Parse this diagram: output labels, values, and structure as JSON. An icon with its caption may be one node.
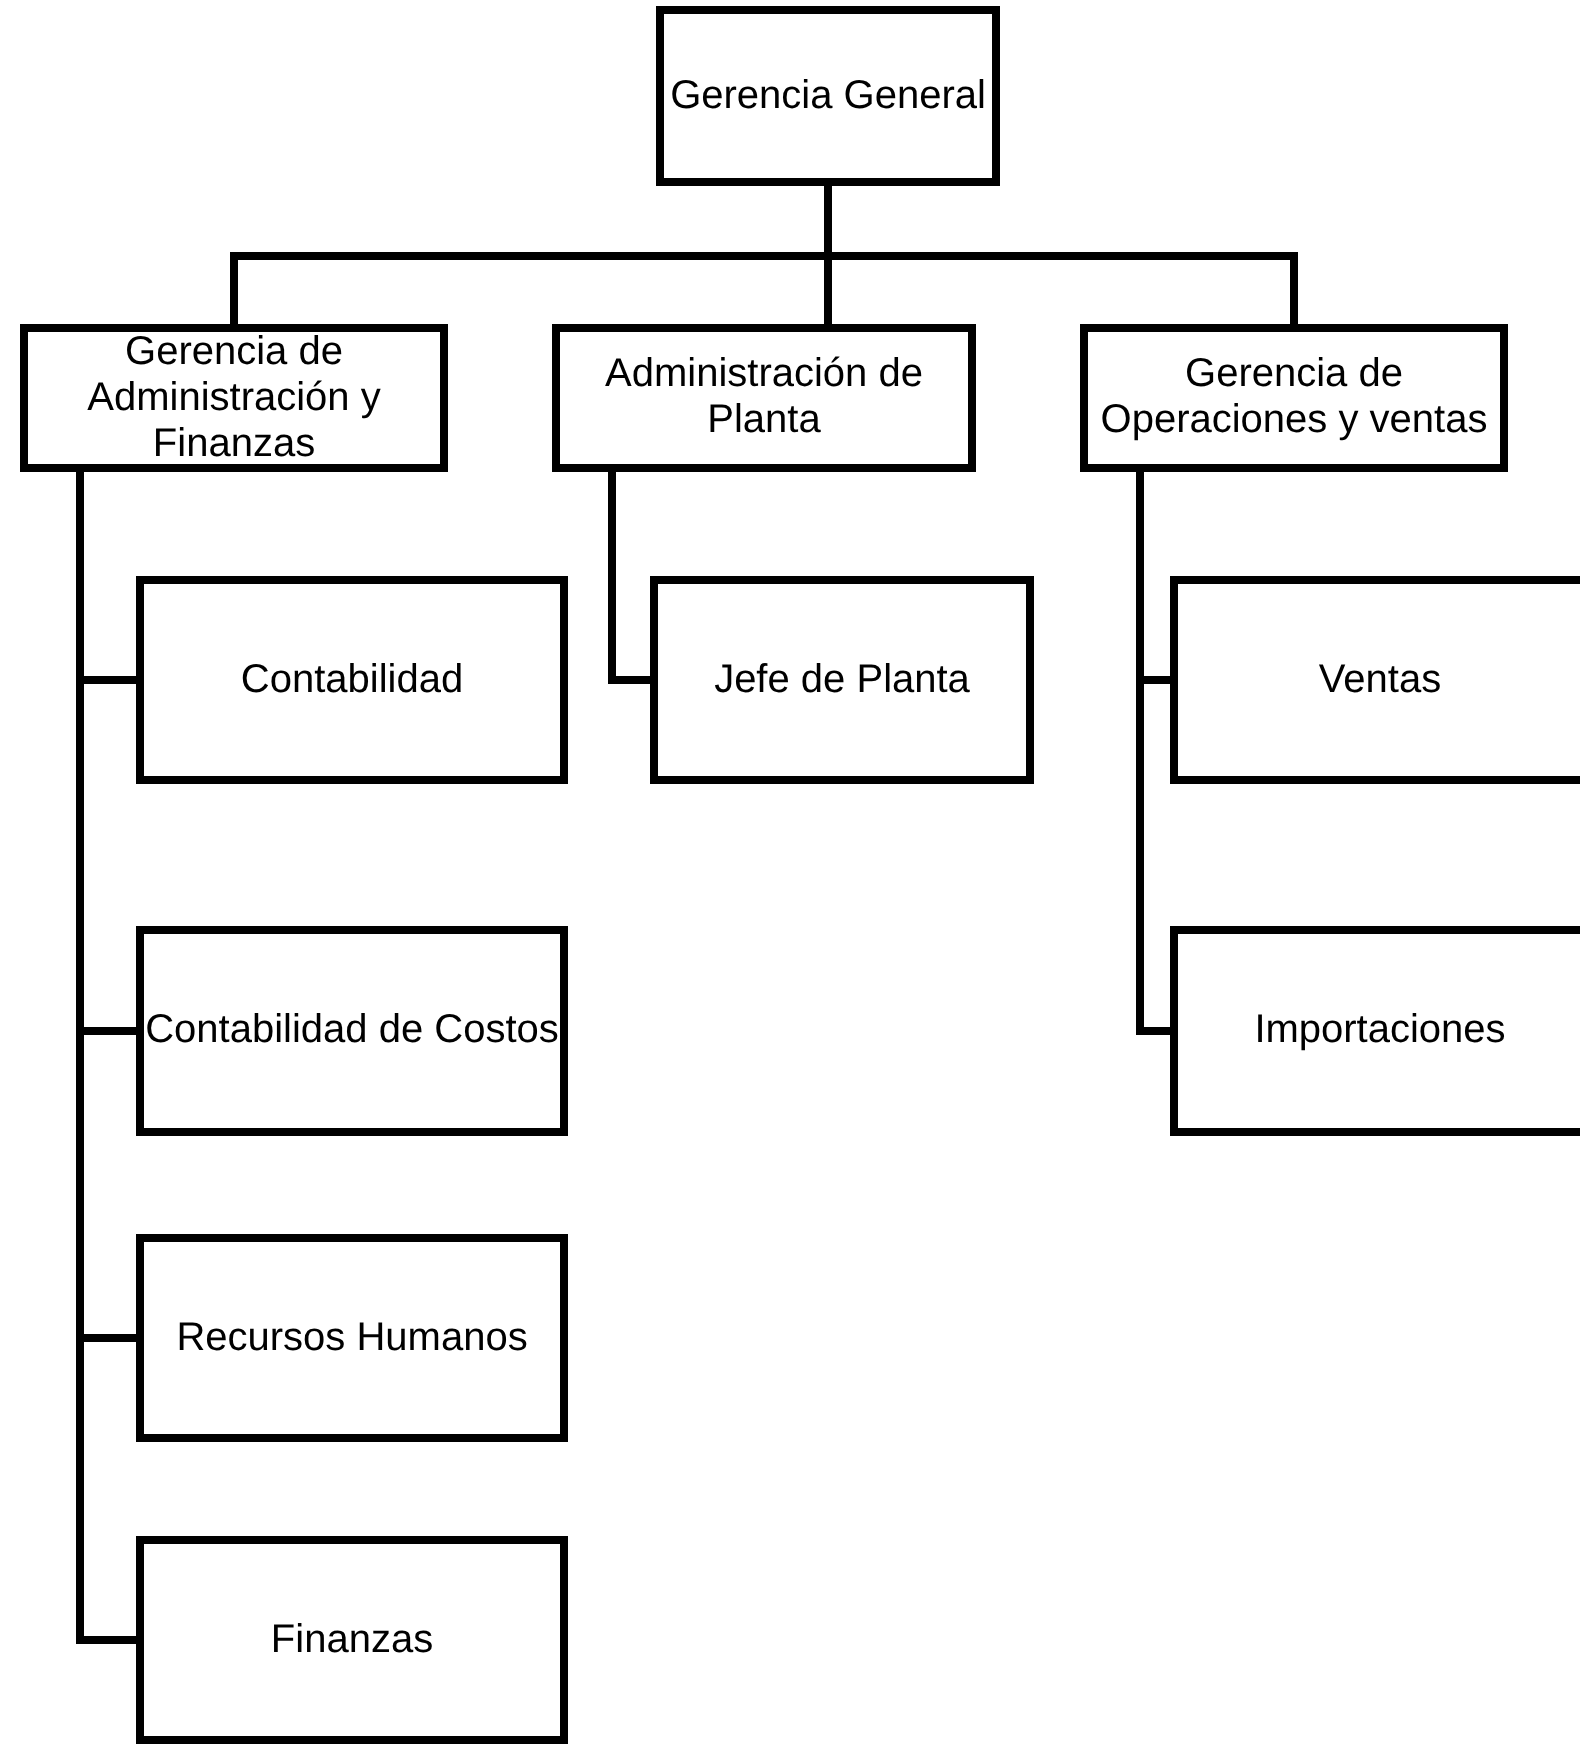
{
  "diagram": {
    "nodes": [
      {
        "text": [
          "Gerencia General"
        ]
      },
      {
        "text": [
          "Gerencia de Administración y Finanzas"
        ]
      },
      {
        "text": [
          "Administración de Planta"
        ]
      },
      {
        "text": [
          "Gerencia de Operaciones y ventas"
        ]
      },
      {
        "text": [
          "Contabilidad"
        ]
      },
      {
        "text": [
          "Contabilidad de Costos"
        ]
      },
      {
        "text": [
          "Recursos Humanos"
        ]
      },
      {
        "text": [
          "Finanzas"
        ]
      },
      {
        "text": [
          "Jefe de Planta"
        ]
      },
      {
        "text": [
          "Ventas"
        ]
      },
      {
        "text": [
          "Importaciones"
        ]
      }
    ],
    "edges": [
      {
        "from": 0,
        "to": 1,
        "arrow": "none"
      },
      {
        "from": 0,
        "to": 2,
        "arrow": "none"
      },
      {
        "from": 0,
        "to": 3,
        "arrow": "none"
      },
      {
        "from": 1,
        "to": 4,
        "arrow": "none"
      },
      {
        "from": 1,
        "to": 5,
        "arrow": "none"
      },
      {
        "from": 1,
        "to": 6,
        "arrow": "none"
      },
      {
        "from": 1,
        "to": 7,
        "arrow": "none"
      },
      {
        "from": 2,
        "to": 8,
        "arrow": "none"
      },
      {
        "from": 3,
        "to": 9,
        "arrow": "none"
      },
      {
        "from": 3,
        "to": 10,
        "arrow": "none"
      }
    ]
  }
}
